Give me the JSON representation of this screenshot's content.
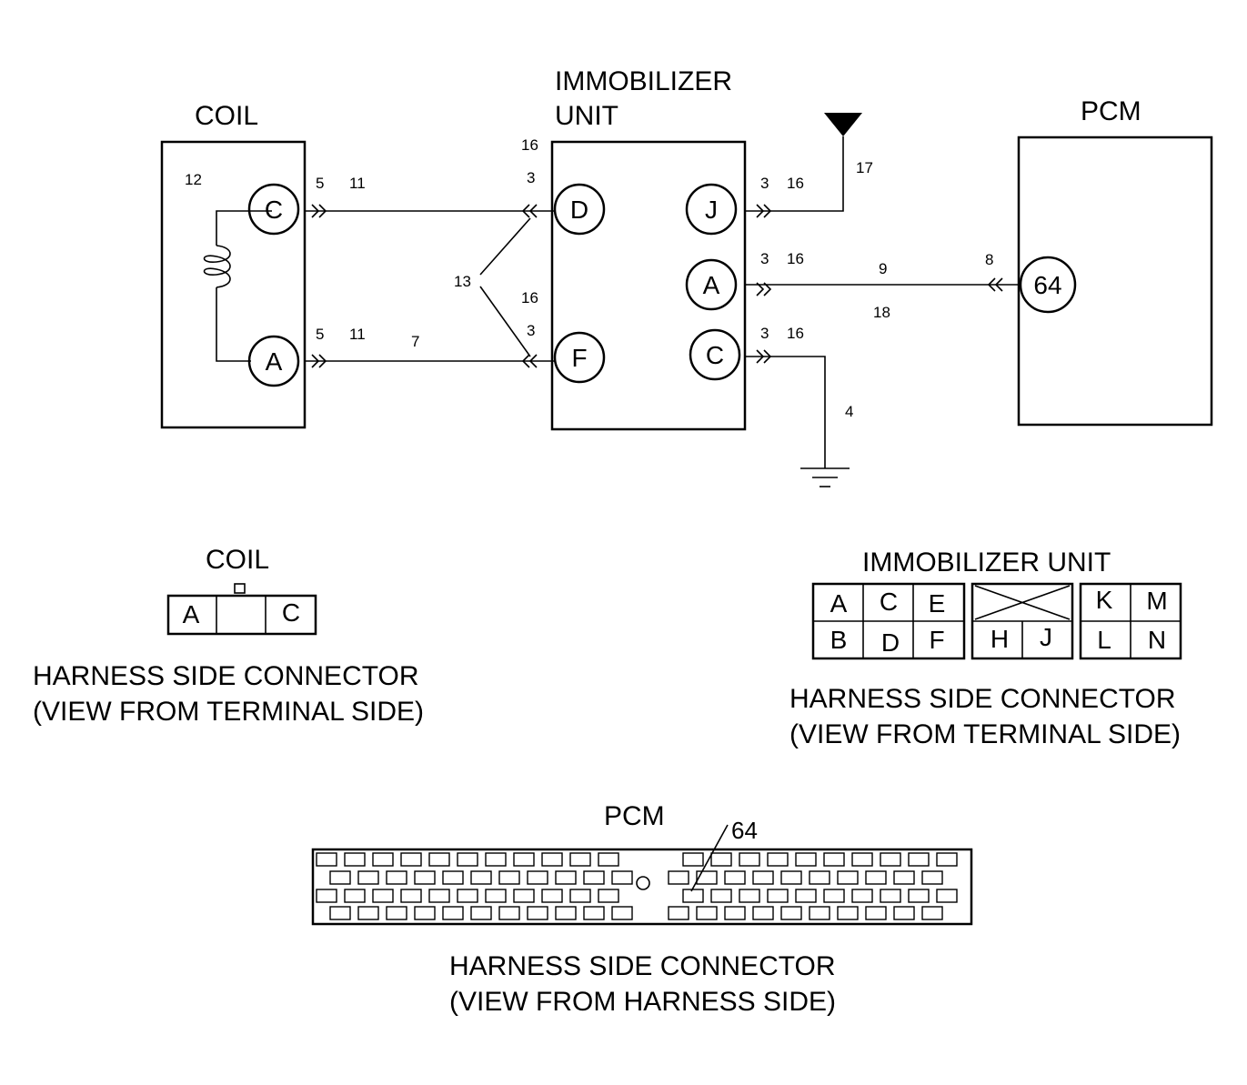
{
  "schematic": {
    "coil_title": "COIL",
    "imm_title_1": "IMMOBILIZER",
    "imm_title_2": "UNIT",
    "pcm_title": "PCM",
    "coil_terms": {
      "top": "C",
      "bottom": "A"
    },
    "imm_terms": {
      "left_top": "D",
      "left_bottom": "F",
      "right_top": "J",
      "right_mid": "A",
      "right_bottom": "C"
    },
    "pcm_term": "64",
    "callouts": {
      "coil_body": "12",
      "coil_c_a": "5",
      "coil_c_b": "11",
      "coil_a_a": "5",
      "coil_a_b": "11",
      "wire_a": "7",
      "imm_d_a": "16",
      "imm_d_b": "3",
      "imm_f_a": "16",
      "imm_f_b": "3",
      "imm_split": "13",
      "imm_j_a": "3",
      "imm_j_b": "16",
      "antenna": "17",
      "imm_a_a": "3",
      "imm_a_b": "16",
      "wire_pcm_top": "9",
      "wire_pcm_bottom": "18",
      "pcm_conn": "8",
      "imm_c_a": "3",
      "imm_c_b": "16",
      "ground": "4"
    }
  },
  "coil_connector": {
    "title": "COIL",
    "pins": [
      "A",
      "C"
    ],
    "caption_1": "HARNESS SIDE CONNECTOR",
    "caption_2": "(VIEW FROM TERMINAL SIDE)"
  },
  "imm_connector": {
    "title": "IMMOBILIZER UNIT",
    "top_left": [
      "A",
      "C",
      "E"
    ],
    "bottom_left": [
      "B",
      "D",
      "F"
    ],
    "bottom_mid": [
      "H",
      "J"
    ],
    "top_right": [
      "K",
      "M"
    ],
    "bottom_right": [
      "L",
      "N"
    ],
    "caption_1": "HARNESS SIDE CONNECTOR",
    "caption_2": "(VIEW FROM TERMINAL SIDE)"
  },
  "pcm_connector": {
    "title": "PCM",
    "pin_label": "64",
    "caption_1": "HARNESS SIDE CONNECTOR",
    "caption_2": "(VIEW FROM HARNESS SIDE)"
  }
}
